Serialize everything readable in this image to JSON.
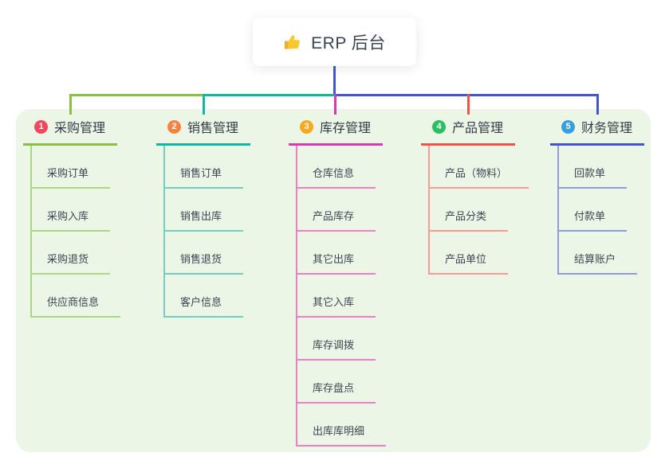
{
  "root": {
    "title": "ERP 后台",
    "icon": "thumbs-up-icon"
  },
  "colors": {
    "panel_bg": "#ecf6e7",
    "root_stem": "#4355c8",
    "branch_lines": [
      "#8abf45",
      "#12b5a4",
      "#d63ab3",
      "#f0534e",
      "#4355c8"
    ],
    "branch_child_lines": [
      "#aed584",
      "#74cfc2",
      "#f07ec2",
      "#f69a93",
      "#8e9cdc"
    ],
    "badges": [
      "#f2485e",
      "#f5823f",
      "#f8a922",
      "#2dbd62",
      "#35a0df"
    ],
    "text": "#3a4552"
  },
  "branches": [
    {
      "index": "1",
      "label": "采购管理",
      "children": [
        "采购订单",
        "采购入库",
        "采购退货",
        "供应商信息"
      ]
    },
    {
      "index": "2",
      "label": "销售管理",
      "children": [
        "销售订单",
        "销售出库",
        "销售退货",
        "客户信息"
      ]
    },
    {
      "index": "3",
      "label": "库存管理",
      "children": [
        "仓库信息",
        "产品库存",
        "其它出库",
        "其它入库",
        "库存调拨",
        "库存盘点",
        "出库库明细"
      ]
    },
    {
      "index": "4",
      "label": "产品管理",
      "children": [
        "产品（物料）",
        "产品分类",
        "产品单位"
      ]
    },
    {
      "index": "5",
      "label": "财务管理",
      "children": [
        "回款单",
        "付款单",
        "结算账户"
      ]
    }
  ]
}
